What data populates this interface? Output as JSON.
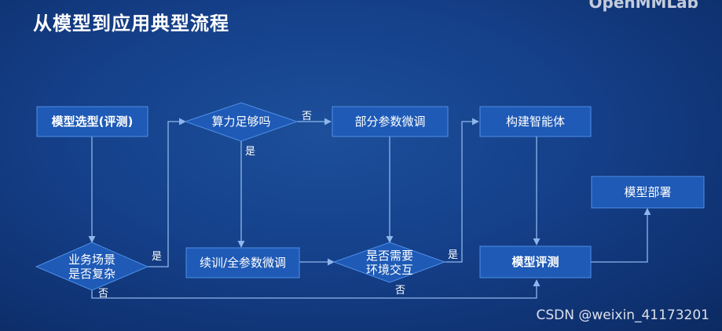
{
  "header": {
    "title": "从模型到应用典型流程",
    "brand": "OpenMMLab"
  },
  "nodes": {
    "model_select": "模型选型(评测)",
    "compute_enough": "算力足够吗",
    "partial_finetune": "部分参数微调",
    "build_agent": "构建智能体",
    "deploy": "模型部署",
    "complex_line1": "业务场景",
    "complex_line2": "是否复杂",
    "full_finetune": "续训/全参数微调",
    "env_line1": "是否需要",
    "env_line2": "环境交互",
    "model_eval": "模型评测"
  },
  "edge_labels": {
    "compute_no": "否",
    "compute_yes": "是",
    "complex_yes": "是",
    "complex_no": "否",
    "env_yes": "是",
    "env_no": "否"
  },
  "colors": {
    "box_fill": "#1e5ab6",
    "box_border": "#4f8fe6",
    "line": "#8fb6ec"
  },
  "footer": {
    "watermark": "CSDN @weixin_41173201"
  }
}
